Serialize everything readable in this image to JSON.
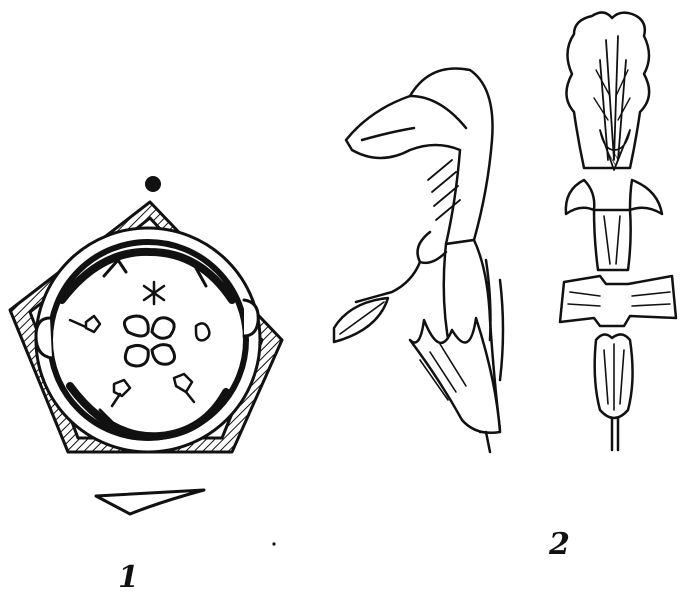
{
  "figure": {
    "labels": [
      "1",
      "2"
    ],
    "ink_color": "#111111",
    "background": "#ffffff",
    "panels": [
      {
        "number": "1",
        "subject": "floral-diagram"
      },
      {
        "number": "2",
        "subject": "flower-side-and-front-view"
      }
    ]
  }
}
